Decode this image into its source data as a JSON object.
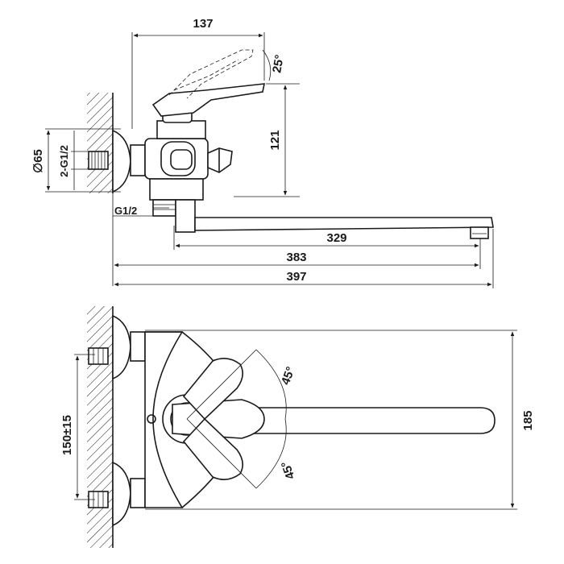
{
  "side_view": {
    "dim_top": "137",
    "angle_top": "25°",
    "dim_height": "121",
    "dim_diameter": "∅65",
    "dim_thread_pair": "2-G1/2",
    "dim_thread": "G1/2",
    "dim_spout": "329",
    "dim_mid": "383",
    "dim_total": "397"
  },
  "top_view": {
    "angle_upper": "45°",
    "angle_lower": "45°",
    "dim_centers": "150±15",
    "dim_depth": "185"
  }
}
